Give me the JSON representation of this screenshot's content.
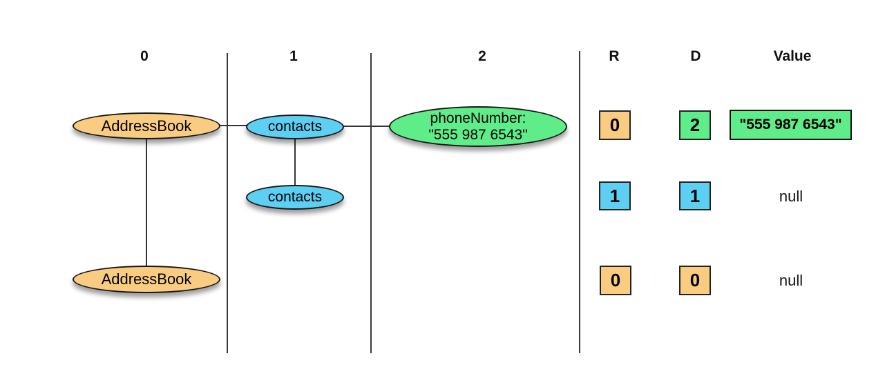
{
  "headers": {
    "col0": "0",
    "col1": "1",
    "col2": "2",
    "r": "R",
    "d": "D",
    "value": "Value"
  },
  "tree": {
    "addressbook_top": "AddressBook",
    "contacts_top": "contacts",
    "phone_line1": "phoneNumber:",
    "phone_line2": "\"555 987 6543\"",
    "contacts_bottom": "contacts",
    "addressbook_bottom": "AddressBook"
  },
  "table": {
    "rows": [
      {
        "r": "0",
        "d": "2",
        "value": "\"555 987 6543\""
      },
      {
        "r": "1",
        "d": "1",
        "value": "null"
      },
      {
        "r": "0",
        "d": "0",
        "value": "null"
      }
    ]
  },
  "colors": {
    "orange": "#facc82",
    "blue": "#5ccff3",
    "green": "#5fed8a",
    "line": "#333333"
  }
}
